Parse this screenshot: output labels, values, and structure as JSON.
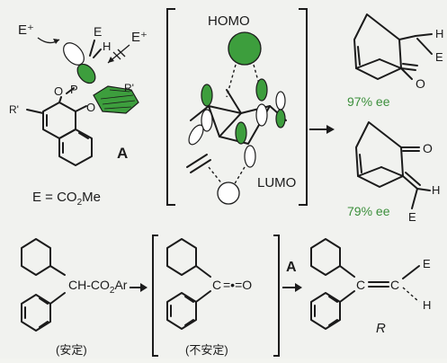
{
  "labels": {
    "electrophile_left": "E⁺",
    "electrophile_right": "E⁺",
    "substituent_e": "E",
    "substituent_h": "H",
    "substituent_r_left": "R'",
    "substituent_r_right": "R'",
    "phosphorus": "P",
    "oxygen_1": "O",
    "oxygen_2": "O",
    "compound_label": "A",
    "e_definition_prefix": "E = CO",
    "e_definition_sub": "2",
    "e_definition_suffix": "Me",
    "homo": "HOMO",
    "lumo": "LUMO",
    "product_top_h": "H",
    "product_top_e": "E",
    "product_top_o": "O",
    "product_top_ee": "97% ee",
    "product_bottom_h": "H",
    "product_bottom_e": "E",
    "product_bottom_o": "O",
    "product_bottom_ee": "79% ee",
    "ester_label_prefix": "CH-CO",
    "ester_label_sub": "2",
    "ester_label_suffix": "Ar",
    "stable_label": "(安定)",
    "unstable_label": "(不安定)",
    "ketene_c": "C",
    "ketene_dots": "=•=O",
    "reagent_a": "A",
    "allene_c1": "C",
    "allene_c2": "C",
    "allene_e": "E",
    "allene_h": "H",
    "allene_r": "R"
  },
  "colors": {
    "orbital_green": "#3d9e3d",
    "ee_text_green": "#3b8f3b",
    "ink": "#1b1b1b",
    "background": "#f1f2ef"
  }
}
